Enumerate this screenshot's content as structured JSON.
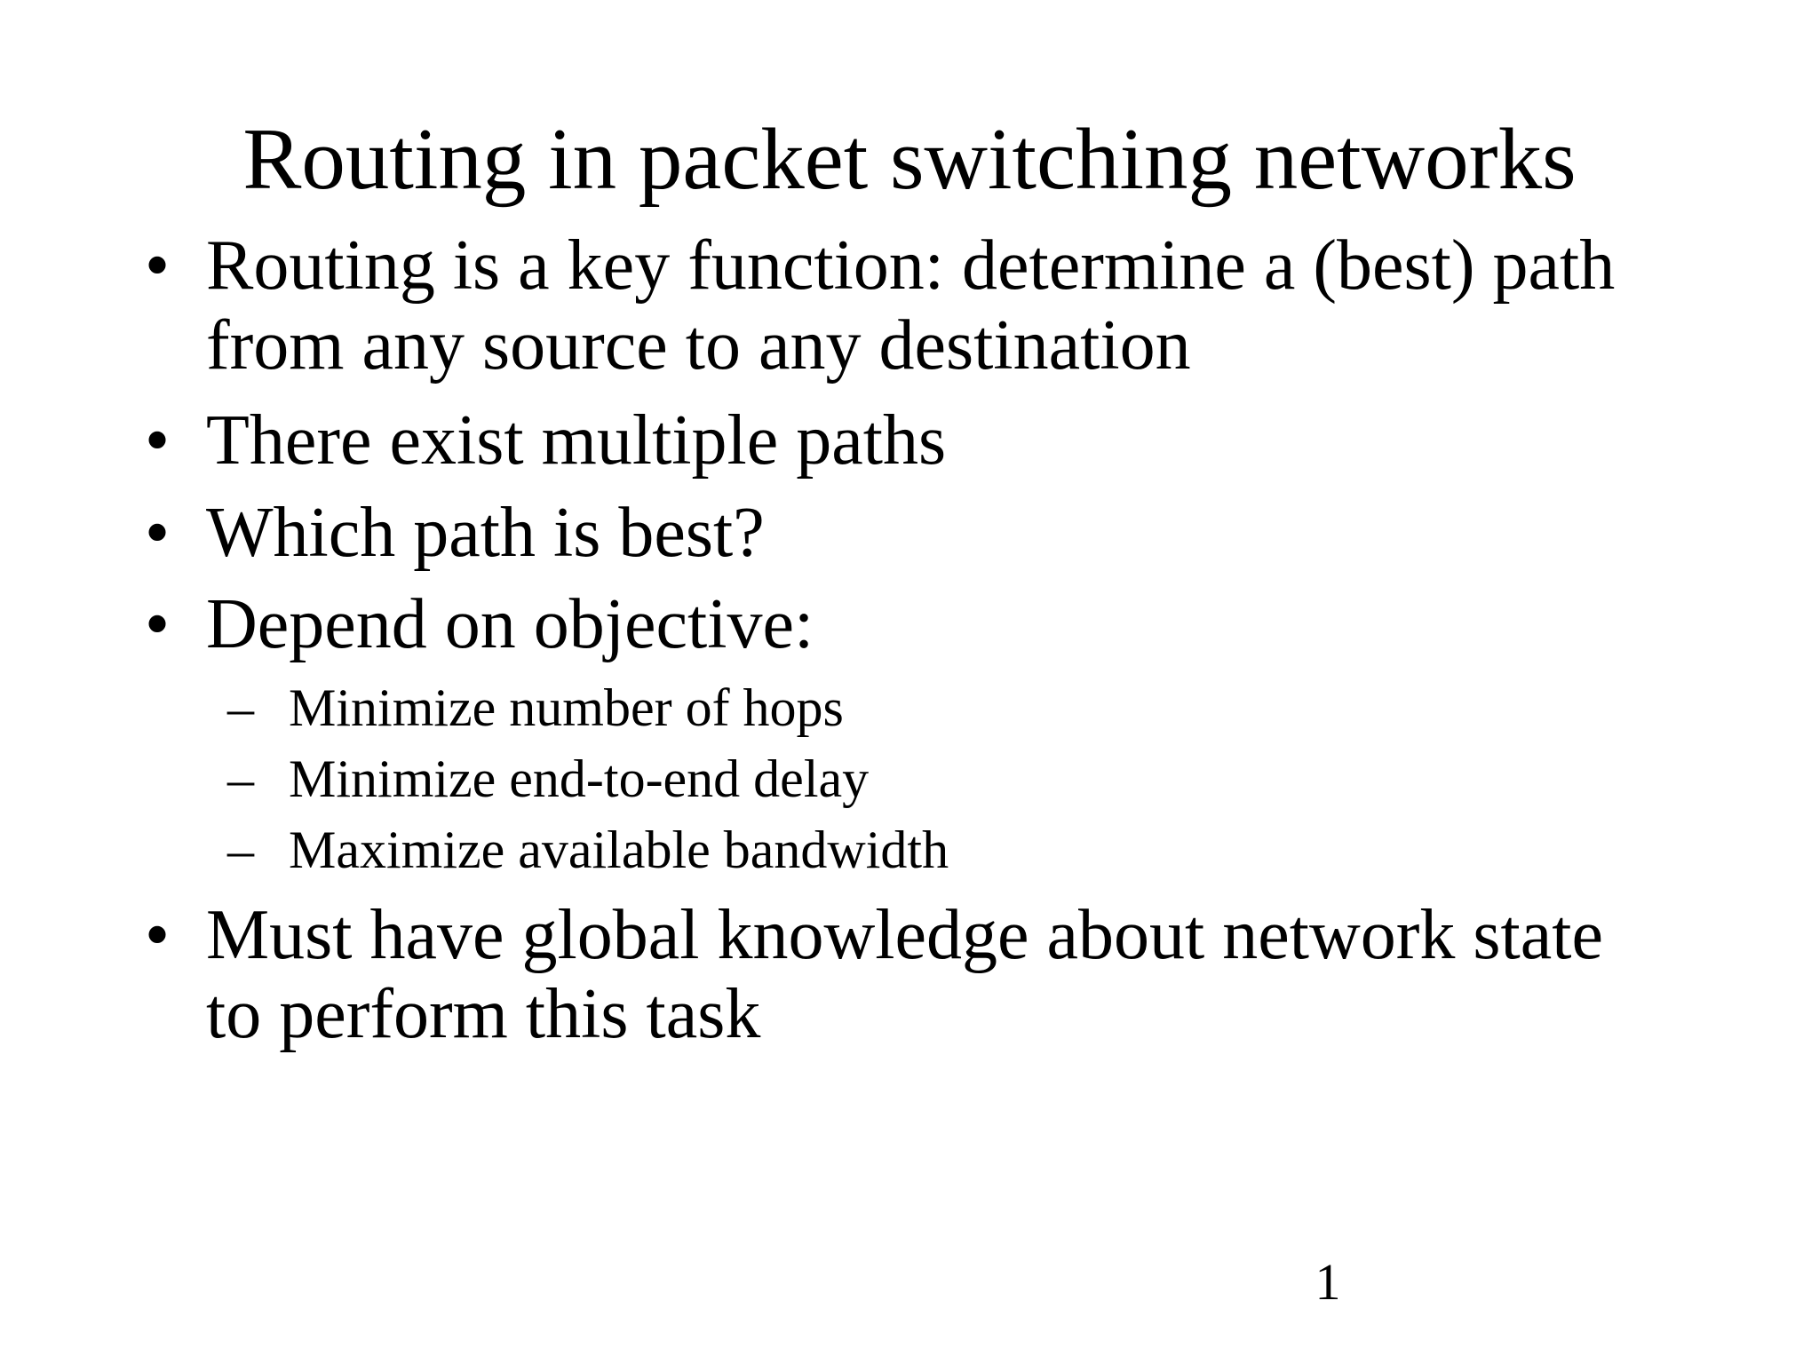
{
  "slide": {
    "title": "Routing in packet switching networks",
    "page_number": "1",
    "background_color": "#ffffff",
    "text_color": "#000000",
    "bullet_glyph": "•",
    "sub_bullet_glyph": "–",
    "bullets": [
      {
        "text": "Routing is a key function: determine a (best) path from any source to any destination",
        "sub_bullets": []
      },
      {
        "text": "There exist multiple paths",
        "sub_bullets": []
      },
      {
        "text": "Which path is best?",
        "sub_bullets": []
      },
      {
        "text": "Depend on objective:",
        "sub_bullets": [
          "Minimize number of hops",
          "Minimize end-to-end delay",
          "Maximize available bandwidth"
        ]
      },
      {
        "text": "Must have global knowledge about network state to perform this task",
        "sub_bullets": []
      }
    ]
  }
}
